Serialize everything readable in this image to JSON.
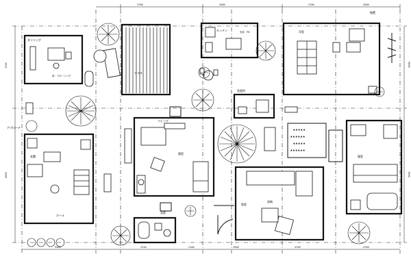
{
  "drawing": {
    "dimensions_top": [
      "3700",
      "3400",
      "2700",
      "3500"
    ],
    "dimensions_bottom": [
      "5300",
      "2240",
      "2160",
      "2900",
      "4190",
      "4700"
    ],
    "dimensions_left": [
      "1700",
      "4900"
    ],
    "dimensions_right": [
      "5900",
      "7000"
    ]
  },
  "labels": {
    "room_a": "ダイニング",
    "room_a_note": "床：フローリング",
    "room_b": "テラス",
    "room_c": "キッチン",
    "room_c_note": "天井：PB",
    "room_d": "玄関",
    "room_e": "ホール",
    "room_f": "リビング",
    "room_g": "浴室",
    "room_h": "寝室",
    "room_i": "洋室",
    "room_j": "和室",
    "room_k": "洗面所",
    "room_l": "収納",
    "room_m": "アプローチ",
    "room_n": "物置"
  }
}
